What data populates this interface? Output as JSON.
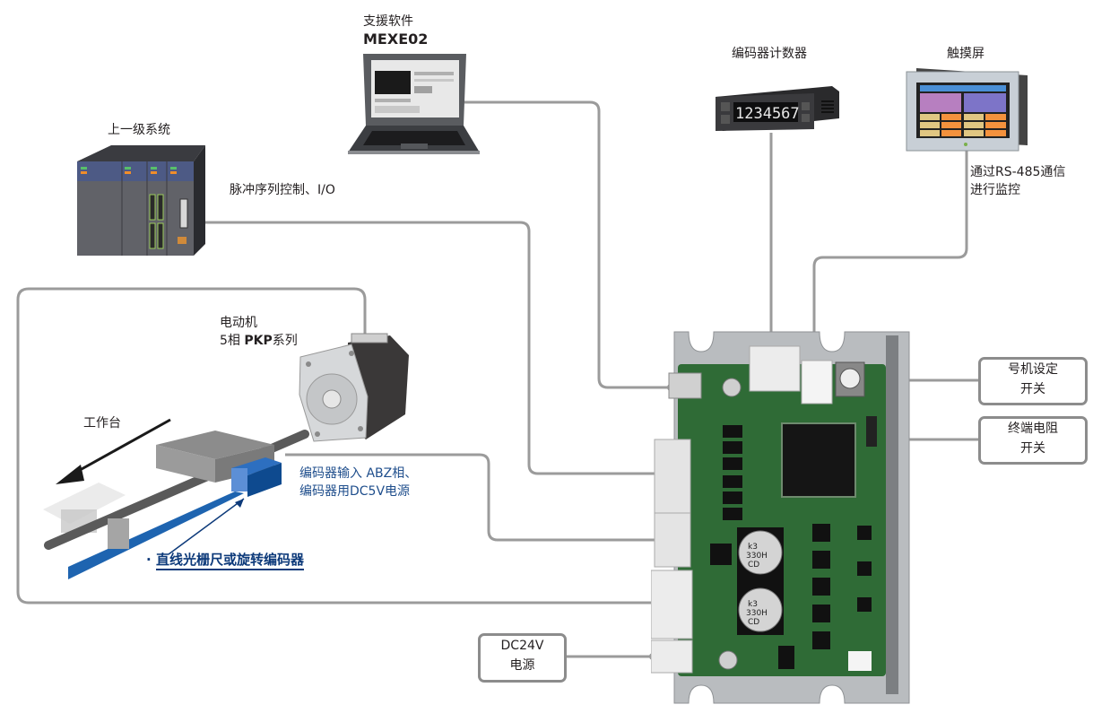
{
  "devices": {
    "software": {
      "title": "支援软件",
      "name": "MEXE02"
    },
    "encoder_counter": {
      "title": "编码器计数器",
      "display_value": "1234567"
    },
    "touch_panel": {
      "title": "触摸屏",
      "note_line1": "通过RS-485通信",
      "note_line2": "进行监控"
    },
    "host_system": {
      "title": "上一级系统"
    },
    "motor": {
      "title": "电动机",
      "phase": "5相",
      "series_bold": "PKP",
      "series_suffix": "系列"
    },
    "stage": {
      "title": "工作台"
    },
    "driver_board": {
      "cap_label_1": "k3",
      "cap_label_2": "330H",
      "cap_label_3": "CD"
    }
  },
  "connections": {
    "pulse_io": "脉冲序列控制、I/O",
    "encoder_input_line1": "编码器输入 ABZ相、",
    "encoder_input_line2": "编码器用DC5V电源",
    "encoder_type": "直线光栅尺或旋转编码器",
    "encoder_type_bullet": "·"
  },
  "callouts": {
    "address_switch_line1": "号机设定",
    "address_switch_line2": "开关",
    "termination_switch_line1": "终端电阻",
    "termination_switch_line2": "开关",
    "power_line1": "DC24V",
    "power_line2": "电源"
  },
  "colors": {
    "wire": "#9b9b9b",
    "pcb": "#2f6b36",
    "encoder_scale": "#1e64b0",
    "label_blue": "#1f4e8c"
  }
}
